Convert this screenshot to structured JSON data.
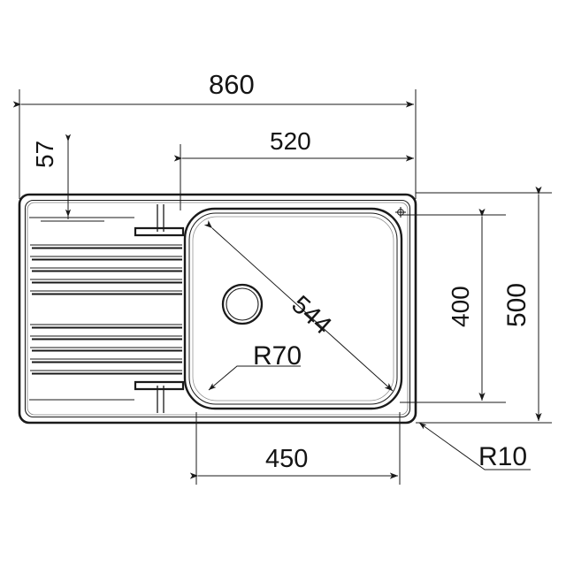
{
  "document": {
    "kind": "technical-drawing",
    "subject": "Kitchen sink with drainer - plan view",
    "units": "mm",
    "background_color": "#ffffff",
    "line_color": "#1a1a1a",
    "text_color": "#141414"
  },
  "dimensions": {
    "overall_width": "860",
    "overall_depth": "500",
    "bowl_offset_from_right": "520",
    "bowl_width": "450",
    "bowl_depth": "400",
    "bowl_diagonal": "544",
    "top_edge_offset": "57",
    "bowl_corner_radius": "R70",
    "outer_corner_radius": "R10"
  },
  "labels": {
    "width_860": "860",
    "offset_520": "520",
    "offset_57": "57",
    "diagonal_544": "544",
    "bowl_width_450": "450",
    "bowl_depth_400": "400",
    "overall_depth_500": "500",
    "radius_bowl": "R70",
    "radius_outer": "R10"
  },
  "drawing_parts": {
    "outer_body": "sink-outline",
    "drainer": "drainer-board",
    "drainer_rib_count": 12,
    "bowl": "sink-bowl",
    "drain_hole": "drain-hole",
    "center_mark": "bowl-corner-center-mark"
  },
  "chart_data": {
    "type": "table",
    "title": "Kitchen sink dimensions",
    "categories": [
      "860",
      "520",
      "57",
      "544",
      "450",
      "400",
      "500",
      "R70",
      "R10"
    ],
    "values": [
      860,
      520,
      57,
      544,
      450,
      400,
      500,
      70,
      10
    ]
  }
}
